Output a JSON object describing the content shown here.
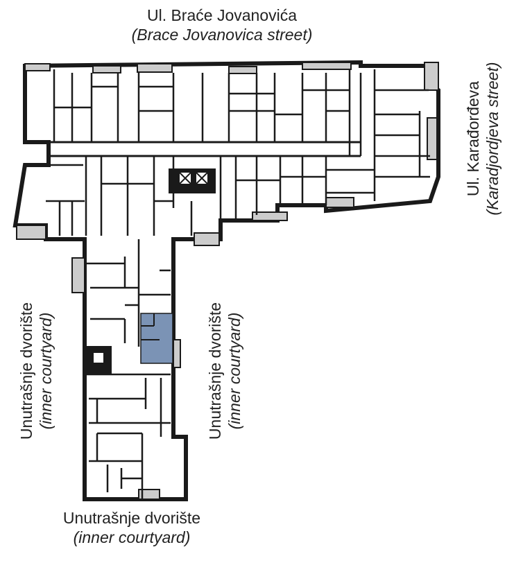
{
  "labels": {
    "top": {
      "local": "Ul. Braće Jovanovića",
      "english": "(Brace Jovanovica street)"
    },
    "right": {
      "local": "Ul. Karađorđeva",
      "english": "(Karadjordjeva street)"
    },
    "left": {
      "local": "Unutrašnje dvorište",
      "english": "(inner courtyard)"
    },
    "middle": {
      "local": "Unutrašnje dvorište",
      "english": "(inner courtyard)"
    },
    "bottom": {
      "local": "Unutrašnje dvorište",
      "english": "(inner courtyard)"
    }
  },
  "colors": {
    "wall": "#1a1a1a",
    "highlight": "#7b93b5",
    "background": "#ffffff"
  }
}
